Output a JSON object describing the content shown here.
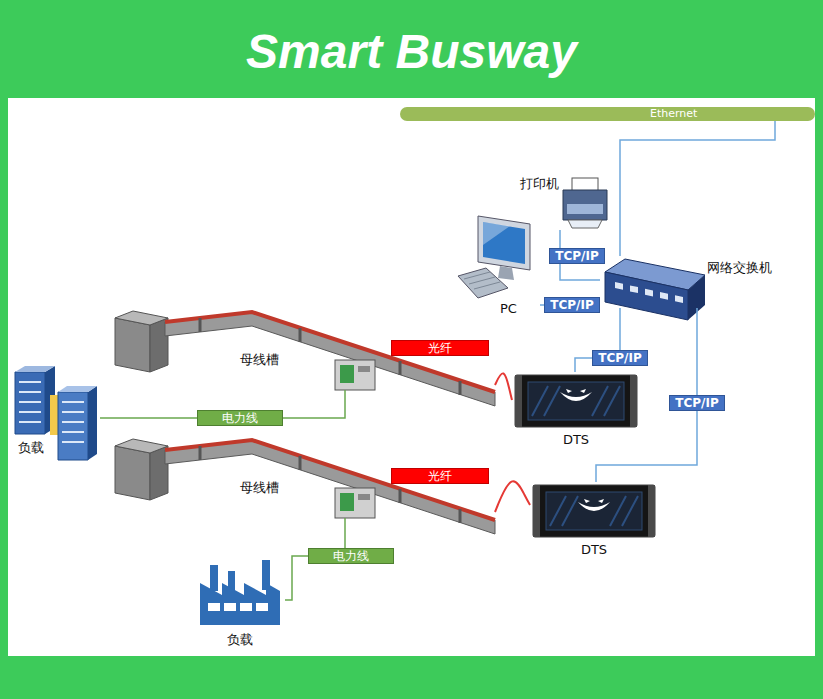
{
  "diagram": {
    "title": "Smart Busway",
    "nodes": [
      {
        "text": [
          "Ethernet"
        ]
      },
      {
        "text": [
          "打印机"
        ]
      },
      {
        "text": [
          "PC"
        ]
      },
      {
        "text": [
          "网络交换机"
        ]
      },
      {
        "text": [
          "母线槽"
        ]
      },
      {
        "text": [
          "DTS"
        ]
      },
      {
        "text": [
          "负载"
        ]
      },
      {
        "text": [
          "母线槽"
        ]
      },
      {
        "text": [
          "DTS"
        ]
      },
      {
        "text": [
          "负载"
        ]
      }
    ],
    "edges": [
      {
        "from": 0,
        "to": 3,
        "arrow": "none"
      },
      {
        "from": 1,
        "to": 3,
        "label": "TCP/IP",
        "arrow": "none"
      },
      {
        "from": 2,
        "to": 3,
        "label": "TCP/IP",
        "arrow": "none"
      },
      {
        "from": 3,
        "to": 5,
        "label": "TCP/IP",
        "arrow": "none"
      },
      {
        "from": 3,
        "to": 8,
        "label": "TCP/IP",
        "arrow": "none"
      },
      {
        "from": 4,
        "to": 5,
        "label": "光纤",
        "arrow": "none"
      },
      {
        "from": 7,
        "to": 8,
        "label": "光纤",
        "arrow": "none"
      },
      {
        "from": 6,
        "to": 4,
        "label": "电力线",
        "arrow": "none"
      },
      {
        "from": 9,
        "to": 7,
        "label": "电力线",
        "arrow": "none"
      }
    ]
  }
}
